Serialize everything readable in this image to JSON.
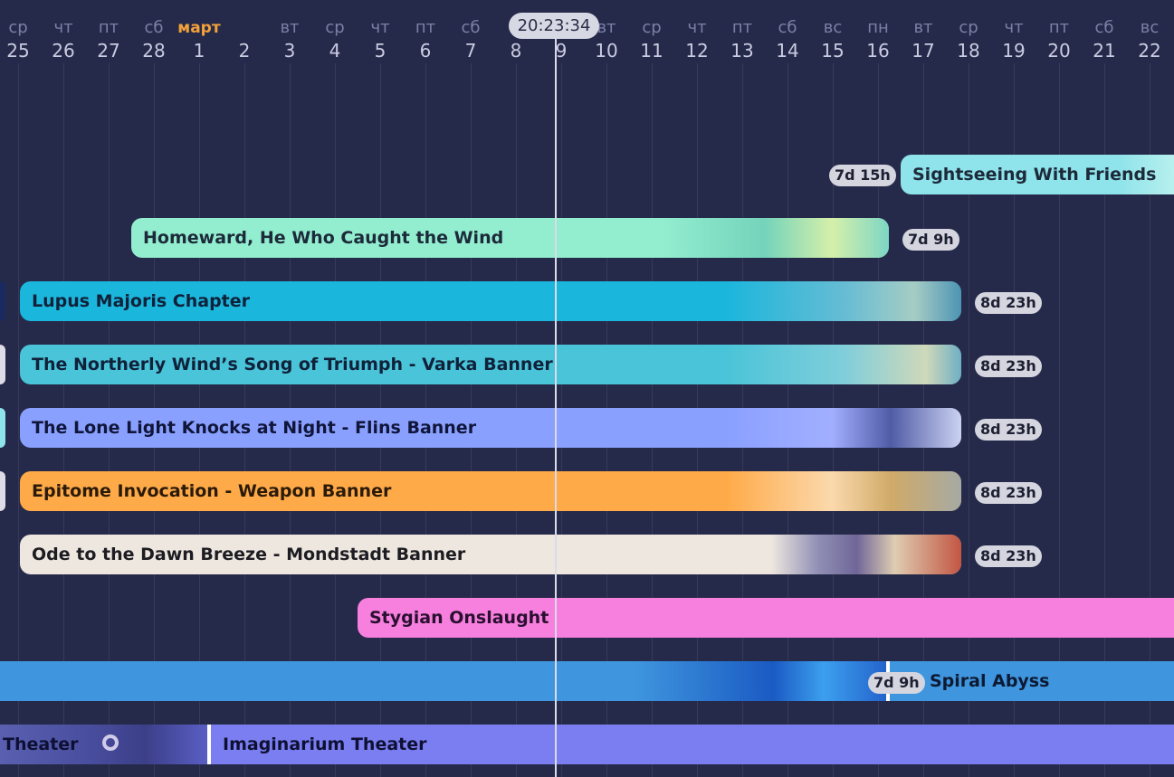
{
  "now_time": "20:23:34",
  "days": [
    {
      "dow": "ср",
      "num": "25"
    },
    {
      "dow": "чт",
      "num": "26"
    },
    {
      "dow": "пт",
      "num": "27"
    },
    {
      "dow": "сб",
      "num": "28"
    },
    {
      "dow": "март",
      "num": "1",
      "month": true
    },
    {
      "dow": "",
      "num": "2"
    },
    {
      "dow": "вт",
      "num": "3"
    },
    {
      "dow": "ср",
      "num": "4"
    },
    {
      "dow": "чт",
      "num": "5"
    },
    {
      "dow": "пт",
      "num": "6"
    },
    {
      "dow": "сб",
      "num": "7"
    },
    {
      "dow": "",
      "num": "8"
    },
    {
      "dow": "",
      "num": "9"
    },
    {
      "dow": "вт",
      "num": "10"
    },
    {
      "dow": "ср",
      "num": "11"
    },
    {
      "dow": "чт",
      "num": "12"
    },
    {
      "dow": "пт",
      "num": "13"
    },
    {
      "dow": "сб",
      "num": "14"
    },
    {
      "dow": "вс",
      "num": "15"
    },
    {
      "dow": "пн",
      "num": "16"
    },
    {
      "dow": "вт",
      "num": "17"
    },
    {
      "dow": "ср",
      "num": "18"
    },
    {
      "dow": "чт",
      "num": "19"
    },
    {
      "dow": "пт",
      "num": "20"
    },
    {
      "dow": "сб",
      "num": "21"
    },
    {
      "dow": "вс",
      "num": "22"
    }
  ],
  "events": [
    {
      "name": "Sightseeing With Friends",
      "remaining": "7d 15h",
      "color": "#8fe3ea",
      "text_color": "#1c2a3a"
    },
    {
      "name": "Homeward, He Who Caught the Wind",
      "remaining": "7d 9h",
      "color": "#93edcf",
      "text_color": "#1c2a3a"
    },
    {
      "name": "Lupus Majoris Chapter",
      "remaining": "8d 23h",
      "color": "#1bb6dc",
      "text_color": "#10213a"
    },
    {
      "name": "The Northerly Wind’s Song of Triumph - Varka Banner",
      "remaining": "8d 23h",
      "color": "#4ac4d8",
      "text_color": "#10213a"
    },
    {
      "name": "The Lone Light Knocks at Night - Flins Banner",
      "remaining": "8d 23h",
      "color": "#8aa0ff",
      "text_color": "#10163a"
    },
    {
      "name": "Epitome Invocation - Weapon Banner",
      "remaining": "8d 23h",
      "color": "#ffaa48",
      "text_color": "#2a1a0a"
    },
    {
      "name": "Ode to the Dawn Breeze - Mondstadt Banner",
      "remaining": "8d 23h",
      "color": "#eee7df",
      "text_color": "#1c1c22"
    },
    {
      "name": "Stygian Onslaught",
      "remaining": "",
      "color": "#f77fdd",
      "text_color": "#2a1030"
    },
    {
      "name": "Spiral Abyss",
      "remaining": "7d 9h",
      "color": "#3f96de",
      "text_color": "#0e1a33"
    },
    {
      "name": "Imaginarium Theater",
      "previous_name": "Theater",
      "remaining": "",
      "color": "#7b7ef0",
      "text_color": "#0e1033"
    }
  ]
}
